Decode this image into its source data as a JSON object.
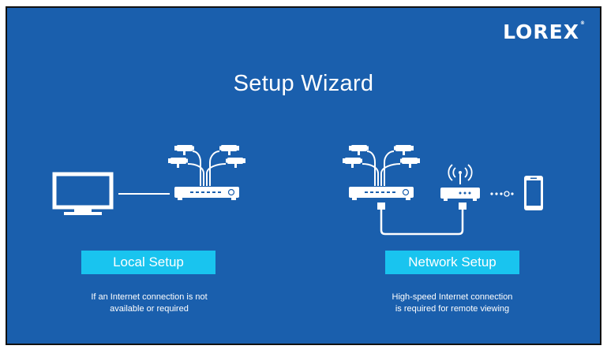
{
  "brand": {
    "logo_text": "LOREX"
  },
  "screen": {
    "title": "Setup Wizard"
  },
  "options": {
    "local": {
      "button_label": "Local Setup",
      "description_line1": "If an Internet connection is not",
      "description_line2": "available or required"
    },
    "network": {
      "button_label": "Network Setup",
      "description_line1": "High-speed Internet connection",
      "description_line2": "is required for remote viewing"
    }
  },
  "icons": [
    "monitor-icon",
    "camera-icon",
    "nvr-recorder-icon",
    "router-wifi-icon",
    "smartphone-icon"
  ],
  "colors": {
    "background": "#1a5fad",
    "button": "#19c4ef",
    "text": "#ffffff"
  }
}
